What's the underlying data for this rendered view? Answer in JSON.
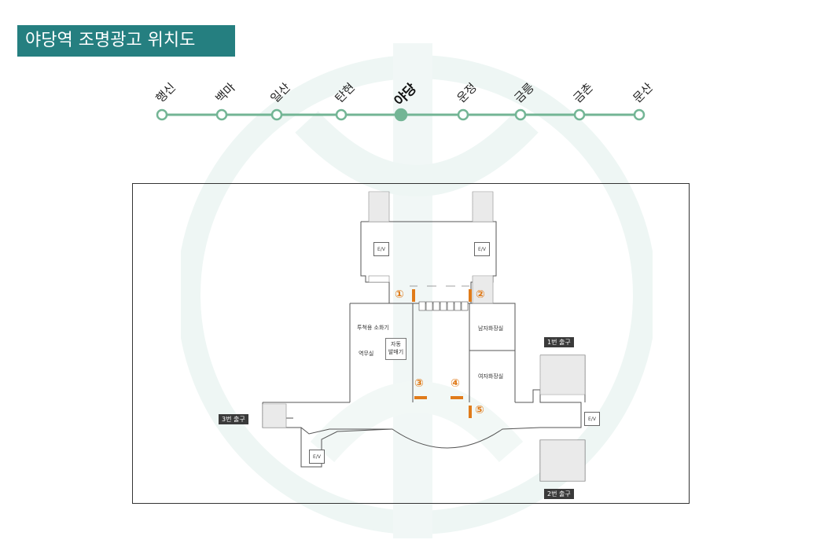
{
  "page_title": "야당역 조명광고 위치도",
  "colors": {
    "line": "#73b595",
    "current": "#73b595",
    "marker": "#e07b1a",
    "title_bg": "#257f80"
  },
  "stations": [
    {
      "name": "행신",
      "current": false
    },
    {
      "name": "백마",
      "current": false
    },
    {
      "name": "일산",
      "current": false
    },
    {
      "name": "탄현",
      "current": false
    },
    {
      "name": "야당",
      "current": true
    },
    {
      "name": "운정",
      "current": false
    },
    {
      "name": "금릉",
      "current": false
    },
    {
      "name": "금촌",
      "current": false
    },
    {
      "name": "문산",
      "current": false
    }
  ],
  "floorplan": {
    "rooms": {
      "fire_extinguisher": "투척용 소화기",
      "station_office": "역무실",
      "vending_line1": "자동",
      "vending_line2": "발매기",
      "mens_restroom": "남자화장실",
      "womens_restroom": "여자화장실"
    },
    "exits": {
      "exit1": "1번 출구",
      "exit2": "2번 출구",
      "exit3": "3번 출구"
    },
    "elevator_label": "E/V",
    "markers": [
      "①",
      "②",
      "③",
      "④",
      "⑤"
    ]
  }
}
